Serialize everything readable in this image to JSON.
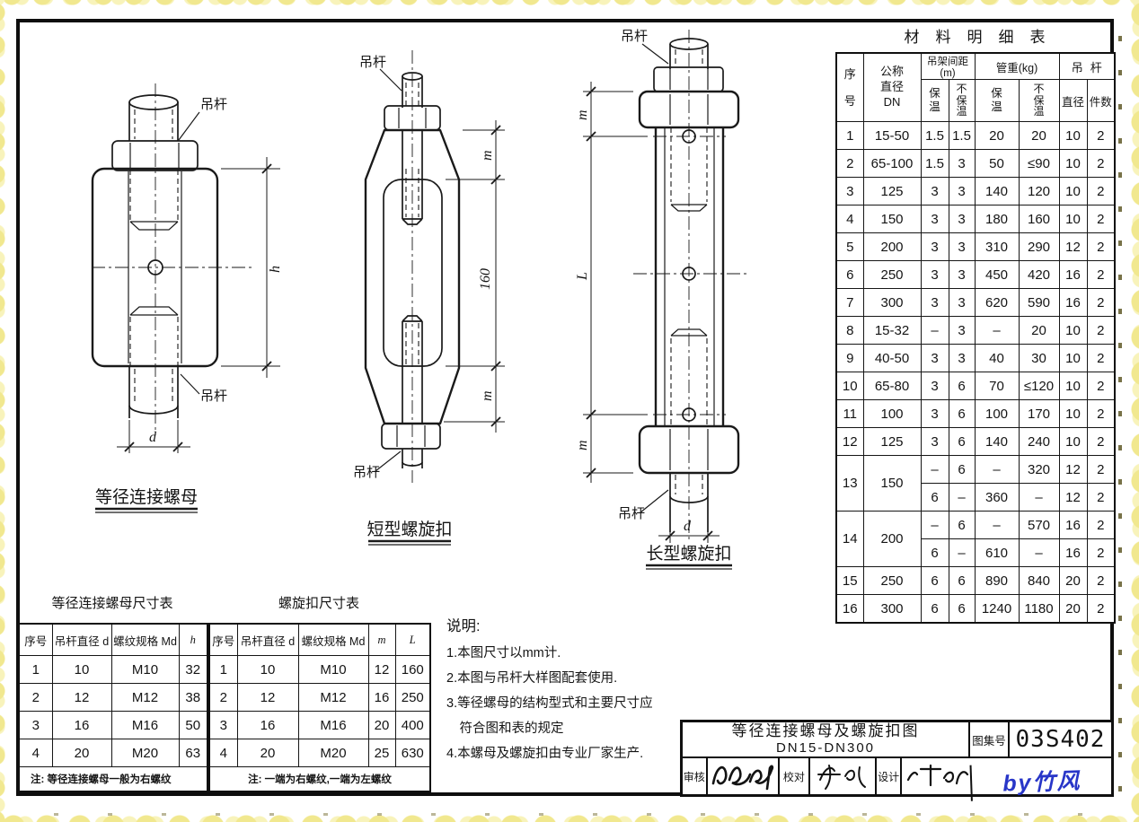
{
  "colors": {
    "edge_yellow": "#f1e88f",
    "watermark_blue": "#2836c8",
    "line_black": "#161616"
  },
  "figures": {
    "connecting_nut": {
      "caption": "等径连接螺母",
      "rod_label_top": "吊杆",
      "rod_label_bottom": "吊杆",
      "dims": {
        "h": "h",
        "d": "d"
      }
    },
    "short_turnbuckle": {
      "caption": "短型螺旋扣",
      "rod_label_top": "吊杆",
      "rod_label_bottom": "吊杆",
      "dims": {
        "m_top": "m",
        "middle": "160",
        "m_bottom": "m"
      }
    },
    "long_turnbuckle": {
      "caption": "长型螺旋扣",
      "rod_label_top": "吊杆",
      "rod_label_bottom": "吊杆",
      "dims": {
        "m_top": "m",
        "L": "L",
        "m_bottom": "m",
        "d": "d"
      }
    }
  },
  "material_table": {
    "title": "材料明细表",
    "headers": {
      "no": "序\n号",
      "dn": "公称\n直径\nDN",
      "spacing_group": "吊架间距(m)",
      "weight_group": "管重(kg)",
      "rod_group": "吊杆",
      "insulated": "保\n温",
      "uninsulated": "不\n保\n温",
      "insulated2": "保\n温",
      "uninsulated2": "不\n保\n温",
      "diameter": "直径",
      "qty": "件数"
    },
    "rows": [
      {
        "no": "1",
        "dn": "15-50",
        "c": [
          "1.5",
          "1.5",
          "20",
          "20",
          "10",
          "2"
        ]
      },
      {
        "no": "2",
        "dn": "65-100",
        "c": [
          "1.5",
          "3",
          "50",
          "≤90",
          "10",
          "2"
        ]
      },
      {
        "no": "3",
        "dn": "125",
        "c": [
          "3",
          "3",
          "140",
          "120",
          "10",
          "2"
        ]
      },
      {
        "no": "4",
        "dn": "150",
        "c": [
          "3",
          "3",
          "180",
          "160",
          "10",
          "2"
        ]
      },
      {
        "no": "5",
        "dn": "200",
        "c": [
          "3",
          "3",
          "310",
          "290",
          "12",
          "2"
        ]
      },
      {
        "no": "6",
        "dn": "250",
        "c": [
          "3",
          "3",
          "450",
          "420",
          "16",
          "2"
        ]
      },
      {
        "no": "7",
        "dn": "300",
        "c": [
          "3",
          "3",
          "620",
          "590",
          "16",
          "2"
        ]
      },
      {
        "no": "8",
        "dn": "15-32",
        "c": [
          "–",
          "3",
          "–",
          "20",
          "10",
          "2"
        ]
      },
      {
        "no": "9",
        "dn": "40-50",
        "c": [
          "3",
          "3",
          "40",
          "30",
          "10",
          "2"
        ]
      },
      {
        "no": "10",
        "dn": "65-80",
        "c": [
          "3",
          "6",
          "70",
          "≤120",
          "10",
          "2"
        ]
      },
      {
        "no": "11",
        "dn": "100",
        "c": [
          "3",
          "6",
          "100",
          "170",
          "10",
          "2"
        ]
      },
      {
        "no": "12",
        "dn": "125",
        "c": [
          "3",
          "6",
          "140",
          "240",
          "10",
          "2"
        ]
      },
      {
        "no": "13",
        "dn": "150",
        "span": 2,
        "c": [
          "–",
          "6",
          "–",
          "320",
          "12",
          "2"
        ]
      },
      {
        "c": [
          "6",
          "–",
          "360",
          "–",
          "12",
          "2"
        ]
      },
      {
        "no": "14",
        "dn": "200",
        "span": 2,
        "c": [
          "–",
          "6",
          "–",
          "570",
          "16",
          "2"
        ]
      },
      {
        "c": [
          "6",
          "–",
          "610",
          "–",
          "16",
          "2"
        ]
      },
      {
        "no": "15",
        "dn": "250",
        "c": [
          "6",
          "6",
          "890",
          "840",
          "20",
          "2"
        ]
      },
      {
        "no": "16",
        "dn": "300",
        "c": [
          "6",
          "6",
          "1240",
          "1180",
          "20",
          "2"
        ]
      }
    ]
  },
  "nut_table": {
    "title": "等径连接螺母尺寸表",
    "headers": [
      "序号",
      "吊杆直径 d",
      "螺纹规格 Md",
      "h"
    ],
    "rows": [
      [
        "1",
        "10",
        "M10",
        "32"
      ],
      [
        "2",
        "12",
        "M12",
        "38"
      ],
      [
        "3",
        "16",
        "M16",
        "50"
      ],
      [
        "4",
        "20",
        "M20",
        "63"
      ]
    ],
    "note": "注: 等径连接螺母一般为右螺纹"
  },
  "turnbuckle_table": {
    "title": "螺旋扣尺寸表",
    "headers": [
      "序号",
      "吊杆直径 d",
      "螺纹规格 Md",
      "m",
      "L"
    ],
    "rows": [
      [
        "1",
        "10",
        "M10",
        "12",
        "160"
      ],
      [
        "2",
        "12",
        "M12",
        "16",
        "250"
      ],
      [
        "3",
        "16",
        "M16",
        "20",
        "400"
      ],
      [
        "4",
        "20",
        "M20",
        "25",
        "630"
      ]
    ],
    "note": "注: 一端为右螺纹,一端为左螺纹"
  },
  "notes": {
    "title": "说明:",
    "items": [
      "1.本图尺寸以mm计.",
      "2.本图与吊杆大样图配套使用.",
      "3.等径螺母的结构型式和主要尺寸应\n　符合图和表的规定",
      "4.本螺母及螺旋扣由专业厂家生产."
    ]
  },
  "title_block": {
    "title_line1": "等径连接螺母及螺旋扣图",
    "title_line2": "DN15-DN300",
    "atlas_label": "图集号",
    "atlas_no": "03S402",
    "reviewer_label": "审核",
    "checker_label": "校对",
    "designer_label": "设计",
    "watermark": "by竹风"
  }
}
